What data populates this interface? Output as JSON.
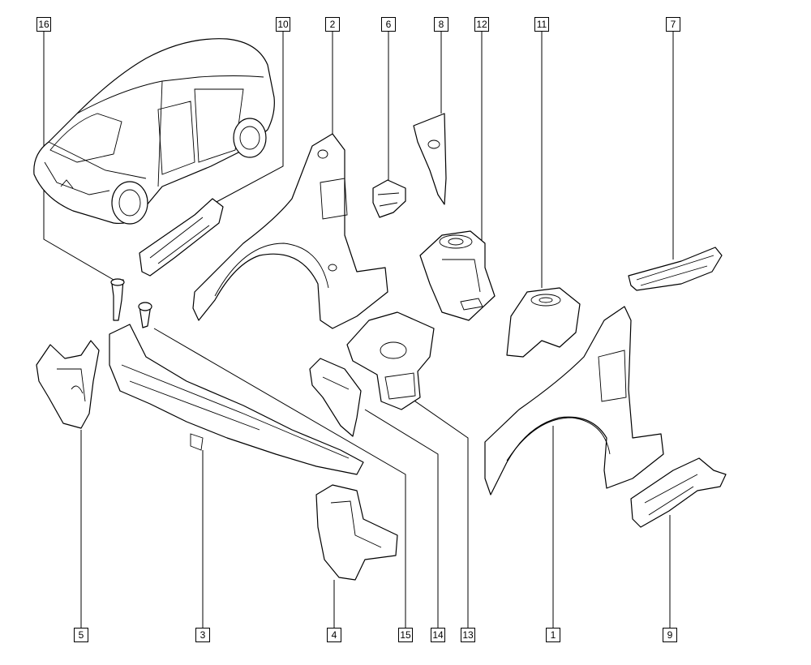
{
  "diagram": {
    "callouts": [
      {
        "id": "c16",
        "label": "16"
      },
      {
        "id": "c10",
        "label": "10"
      },
      {
        "id": "c2",
        "label": "2"
      },
      {
        "id": "c6",
        "label": "6"
      },
      {
        "id": "c8",
        "label": "8"
      },
      {
        "id": "c12",
        "label": "12"
      },
      {
        "id": "c11",
        "label": "11"
      },
      {
        "id": "c7",
        "label": "7"
      },
      {
        "id": "c5",
        "label": "5"
      },
      {
        "id": "c3",
        "label": "3"
      },
      {
        "id": "c4",
        "label": "4"
      },
      {
        "id": "c15",
        "label": "15"
      },
      {
        "id": "c14",
        "label": "14"
      },
      {
        "id": "c13",
        "label": "13"
      },
      {
        "id": "c1",
        "label": "1"
      },
      {
        "id": "c9",
        "label": "9"
      }
    ]
  }
}
